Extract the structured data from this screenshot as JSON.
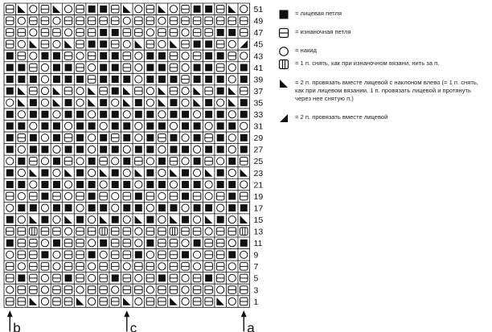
{
  "row_numbers": [
    "51",
    "49",
    "47",
    "45",
    "43",
    "41",
    "39",
    "37",
    "35",
    "33",
    "31",
    "29",
    "27",
    "25",
    "23",
    "21",
    "19",
    "17",
    "15",
    "13",
    "11",
    "9",
    "7",
    "5",
    "3",
    "1"
  ],
  "markers": [
    {
      "label": "b"
    },
    {
      "label": "c"
    },
    {
      "label": "a"
    }
  ],
  "legend": [
    {
      "symbol": "K",
      "text": "= лицевая петля"
    },
    {
      "symbol": "P",
      "text": "= изнаночная петля"
    },
    {
      "symbol": "O",
      "text": "= накид"
    },
    {
      "symbol": "S",
      "text": "= 1 п. снять, как при изнаночном вязани, нить за п."
    },
    {
      "symbol": "L",
      "text": "= 2 п. провязать вместе лицевой с наклоном влево (= 1 п. снять, как при лицевом вязании, 1 п. провязать лицевой и протянуть через нее снятую п.)"
    },
    {
      "symbol": "R",
      "text": "= 2 п. провязать вместе лицевой"
    }
  ],
  "chart_rows": [
    "PLOPLOPKKPLOPLOPKKPLO",
    "POPPOPPPPPOPPOPPPPPPP",
    "PPOPPOPPKKPPOPPOPPKKP",
    "POLPOLPKKPOLPOLPKKPOR",
    "KPOKKPOPKKPOKKPOPKKPO",
    "KKPOKKPOKKPOKKPOKKPOK",
    "KKKOKKKPKKKOKKKPKKKOK",
    "KLPOLPOLPKLPOLPOLPKLP",
    "OLKOLKOLKOLKOLKOLKOLK",
    "KOKKOKKOKKOKKOKKOKKOK",
    "KKOKKOKKOKKOKKOKKOKKO",
    "KPKOKPKOKPKOKPKOKPKOK",
    "KOKKOKKOKKOKKOKKOKKOK",
    "OKPOKPOKPOKPOKPOKPOKP",
    "KOLKOLKOLKOLKOLKOLKOL",
    "KKOKKOKKOKKOKKOKKOKKO",
    "POPKPOPKPOPKPOPKPOPKP",
    "OKKOKKOKKOKKOKKOKKOKK",
    "KOLKOLKOLKOLKOLKOLKOL",
    "PPSPPOPPSPPOPPSPPOPPS",
    "KPPOKPPOKPPOKPPOKPPOK",
    "OPPKOPPKOPPKOPPKOPPKO",
    "POPPOPPOPPOPPOPPOPPOP",
    "PKPOPKPOPKPOPKPOPKPOP",
    "OPPOPPOPPOPPOPPOPPOPP",
    "PPLOPPLOPPLOPPLOPPLOP"
  ]
}
